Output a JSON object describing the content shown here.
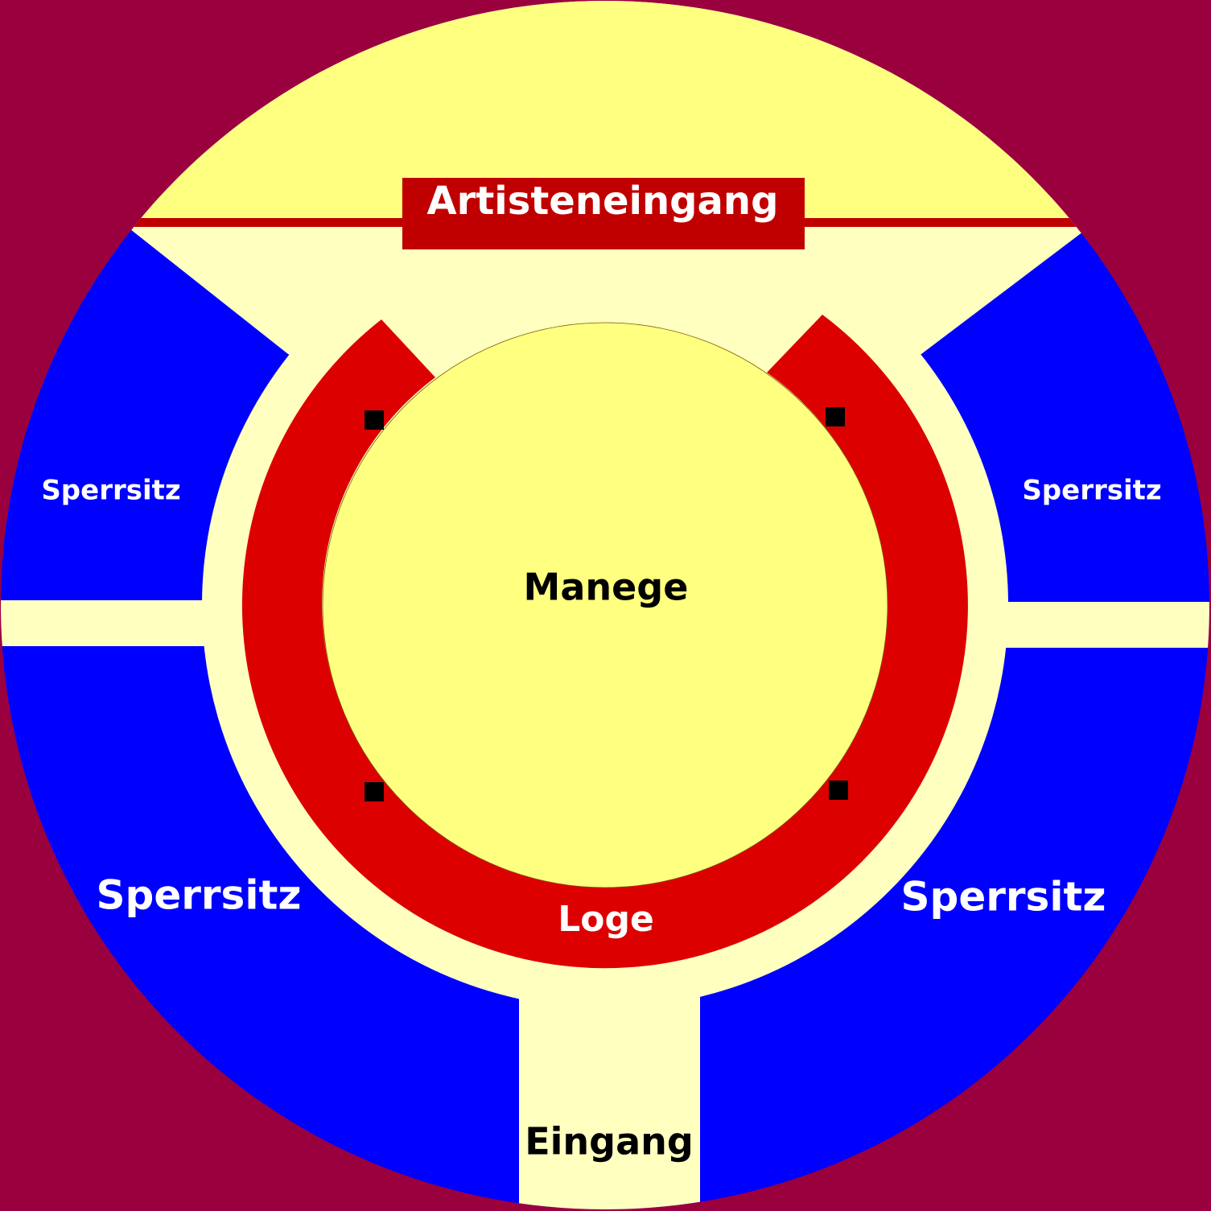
{
  "title_box": {
    "label": "Artisteneingang"
  },
  "ring": {
    "label": "Manege"
  },
  "box_seats": {
    "label": "Loge"
  },
  "entrance": {
    "label": "Eingang"
  },
  "seating": {
    "upper_left": "Sperrsitz",
    "upper_right": "Sperrsitz",
    "lower_left": "Sperrsitz",
    "lower_right": "Sperrsitz"
  },
  "colors": {
    "background": "#9B003E",
    "aisle": "#FFFFC0",
    "ring": "#FFFF80",
    "seats": "#0000FF",
    "loge": "#DD0000",
    "artist_entrance": "#C00000"
  }
}
